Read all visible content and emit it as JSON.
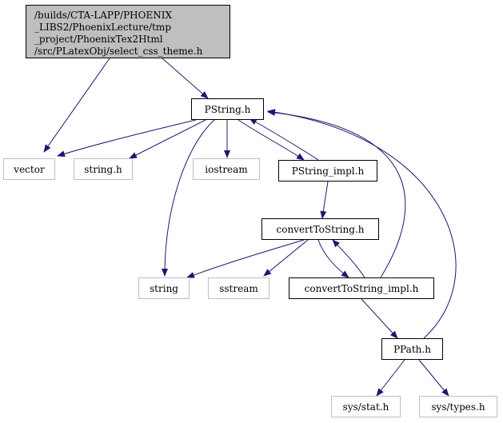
{
  "colors": {
    "edge": "#191970",
    "strong_border": "#000000",
    "weak_border": "#bfbfbf",
    "main_fill": "#bfbfbf"
  },
  "nodes": {
    "main": {
      "lines": [
        "/builds/CTA-LAPP/PHOENIX",
        "_LIBS2/PhoenixLecture/tmp",
        "_project/PhoenixTex2Html",
        "/src/PLatexObj/select_css_theme.h"
      ]
    },
    "pstring_h": "PString.h",
    "vector": "vector",
    "string_h": "string.h",
    "iostream": "iostream",
    "pstring_impl_h": "PString_impl.h",
    "converttostring_h": "convertToString.h",
    "string": "string",
    "sstream": "sstream",
    "converttostring_impl_h": "convertToString_impl.h",
    "ppath_h": "PPath.h",
    "sys_stat_h": "sys/stat.h",
    "sys_types_h": "sys/types.h"
  }
}
